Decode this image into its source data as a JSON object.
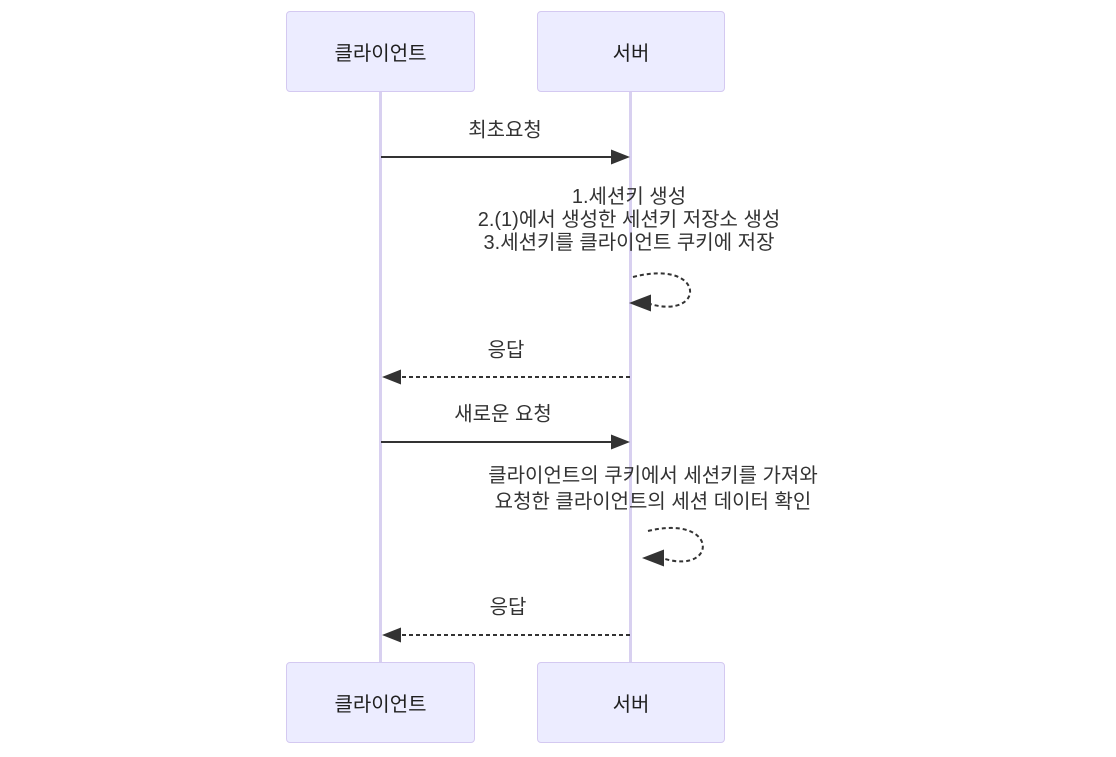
{
  "diagram": {
    "type": "sequence-diagram",
    "actors": [
      {
        "id": "client",
        "label": "클라이언트"
      },
      {
        "id": "server",
        "label": "서버"
      }
    ],
    "messages": [
      {
        "from": "client",
        "to": "server",
        "label": "최초요청",
        "line_style": "solid"
      },
      {
        "from": "server",
        "to": "client",
        "label": "응답",
        "line_style": "dashed"
      },
      {
        "from": "client",
        "to": "server",
        "label": "새로운 요청",
        "line_style": "solid"
      },
      {
        "from": "server",
        "to": "client",
        "label": "응답",
        "line_style": "dashed"
      }
    ],
    "server_self_actions": [
      {
        "actor": "서버",
        "lines": [
          "1.세션키 생성",
          "2.(1)에서 생성한 세션키 저장소 생성",
          "3.세션키를 클라이언트 쿠키에 저장"
        ]
      },
      {
        "actor": "서버",
        "lines": [
          "클라이언트의 쿠키에서 세션키를 가져와",
          "요청한 클라이언트의 세션 데이터 확인"
        ]
      }
    ],
    "colors": {
      "background": "#ffffff",
      "actor_fill": "#ececff",
      "actor_border": "#d4c9f1",
      "actor_text": "#1f1f1f",
      "message_text": "#333333",
      "arrow": "#333333",
      "lifeline": "#d8d0f0"
    }
  }
}
